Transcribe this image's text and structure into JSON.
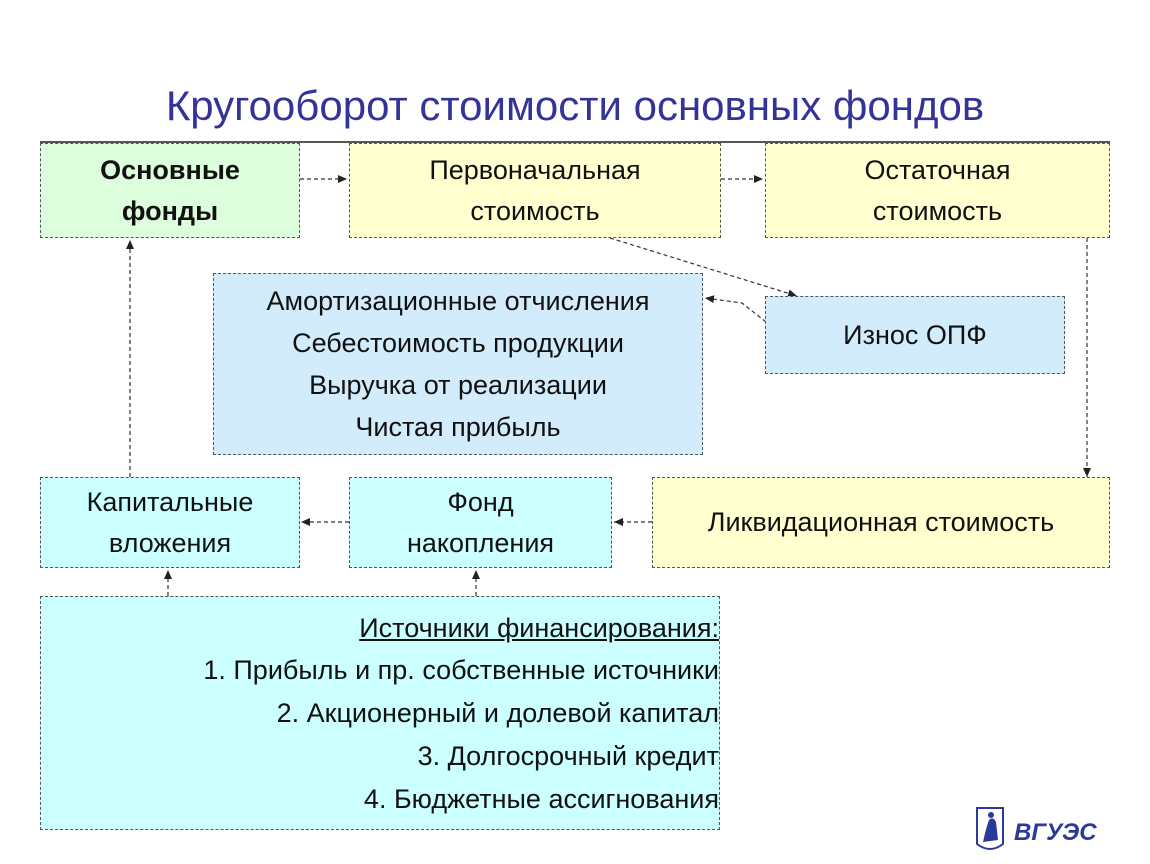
{
  "title": "Кругооборот стоимости основных фондов",
  "boxes": {
    "osnovnye_fondy": [
      "Основные",
      "фонды"
    ],
    "pervonachalnaya": [
      "Первоначальная",
      "стоимость"
    ],
    "ostatochnaya": [
      "Остаточная",
      "стоимость"
    ],
    "amortizatsiya": [
      "Амортизационные отчисления",
      "Себестоимость продукции",
      "Выручка от реализации",
      "Чистая прибыль"
    ],
    "iznos": "Износ ОПФ",
    "kapitalnye": [
      "Капитальные",
      "вложения"
    ],
    "fond_nakopleniya": [
      "Фонд",
      "накопления"
    ],
    "likvidatsionnaya": "Ликвидационная стоимость"
  },
  "sources": {
    "heading": "Источники финансирования:",
    "items": [
      "1. Прибыль и пр. собственные источники",
      "2. Акционерный и долевой капитал",
      "3. Долгосрочный кредит",
      "4. Бюджетные ассигнования"
    ]
  },
  "logo": {
    "text": "ВГУЭС",
    "color": "#2b3a9a"
  }
}
